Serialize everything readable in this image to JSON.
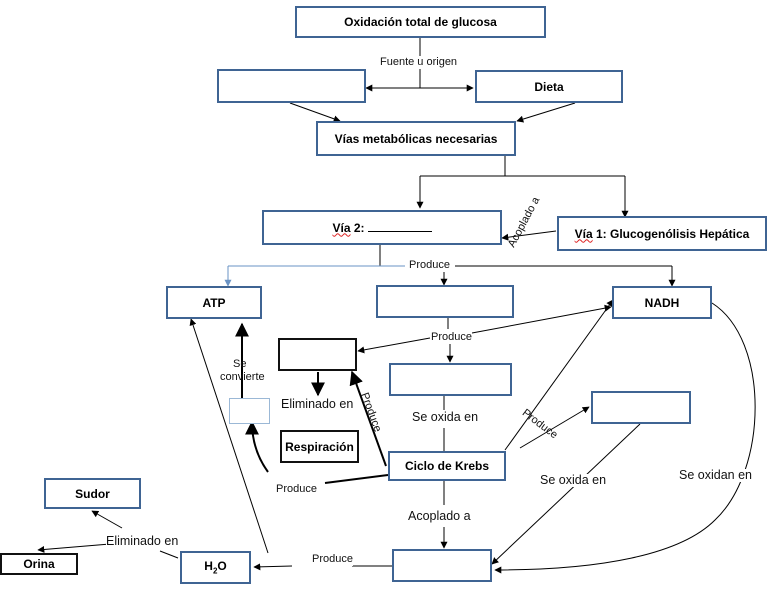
{
  "nodes": {
    "oxidacion": "Oxidación total de glucosa",
    "blank_origen": "",
    "dieta": "Dieta",
    "vias": "Vías metabólicas necesarias",
    "via2_prefix": "Vía",
    "via2_suffix": " 2:",
    "via1_prefix": "Vía",
    "via1_suffix": " 1: Glucogenólisis Hepática",
    "atp": "ATP",
    "blank_produce": "",
    "nadh": "NADH",
    "blank_dark": "",
    "blank_light": "",
    "respiracion": "Respiración",
    "blank_krebs_out": "",
    "blank_right": "",
    "ciclo_krebs": "Ciclo de Krebs",
    "sudor": "Sudor",
    "orina": "Orina",
    "h2o_main": "H",
    "h2o_sub": "2",
    "h2o_tail": "O",
    "blank_bottom": ""
  },
  "labels": {
    "fuente": "Fuente u origen",
    "acoplado_a_1": "Acoplado a",
    "produce_1": "Produce",
    "produce_2": "Produce",
    "se_convierte_1": "Se",
    "se_convierte_2": "convierte",
    "eliminado_en_1": "Eliminado en",
    "produce_diag": "Produce",
    "se_oxida_en_1": "Se oxida en",
    "produce_right": "Produce",
    "produce_left": "Produce",
    "se_oxida_en_2": "Se oxida en",
    "se_oxidan_en": "Se oxidan en",
    "acoplado_a_2": "Acoplado a",
    "eliminado_en_2": "Eliminado en",
    "produce_bottom": "Produce"
  },
  "colors": {
    "box_border": "#3f6493",
    "dark_border": "#111111",
    "light_border": "#9bb8d6",
    "squiggle": "#dd2222"
  }
}
